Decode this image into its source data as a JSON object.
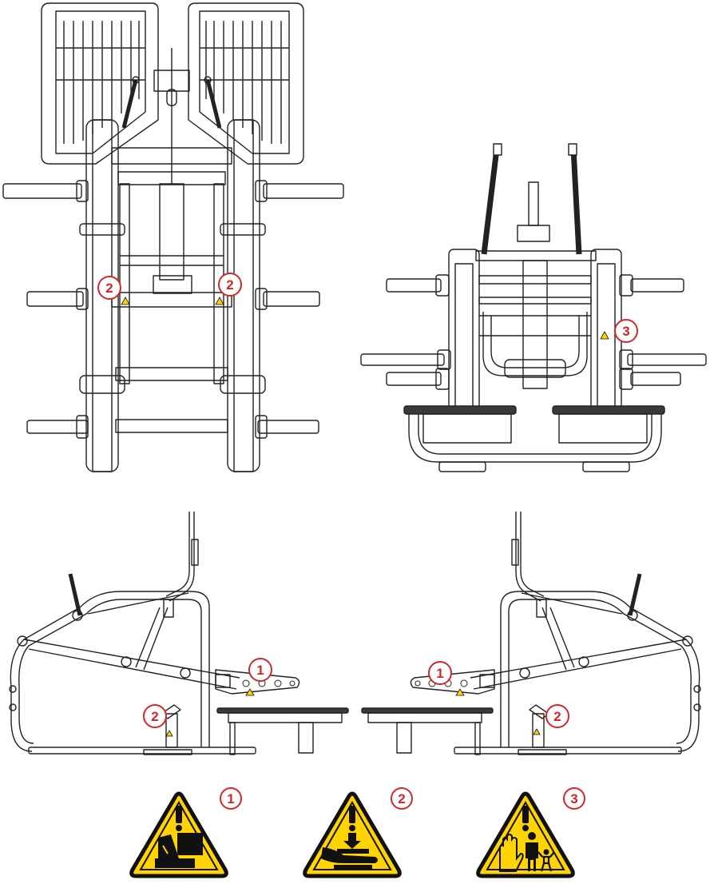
{
  "colors": {
    "line": "#222222",
    "callout": "#cc2a2a",
    "warning_yellow": "#ffd400",
    "warning_border": "#111111",
    "pad_fill": "#3a3a3a",
    "white": "#ffffff"
  },
  "callouts": {
    "front_left": "2",
    "front_right": "2",
    "rear_right": "3",
    "side_left_footplate": "1",
    "side_left_base": "2",
    "side_right_footplate": "1",
    "side_right_base": "2"
  },
  "legend": [
    {
      "number": "1",
      "icon": "foot-crush-warning-icon"
    },
    {
      "number": "2",
      "icon": "hand-crush-warning-icon"
    },
    {
      "number": "3",
      "icon": "keep-children-away-warning-icon"
    }
  ]
}
